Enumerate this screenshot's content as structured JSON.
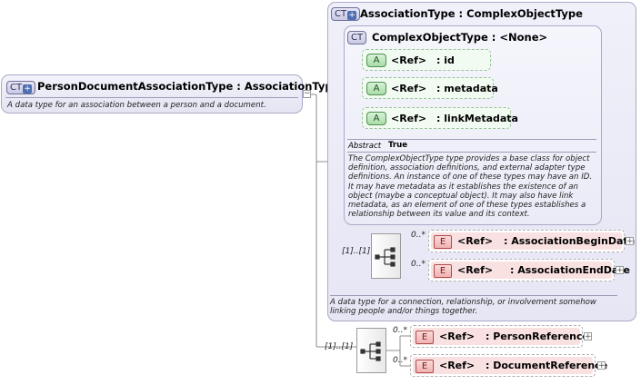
{
  "root": {
    "badge": "CT",
    "title": "PersonDocumentAssociationType : AssociationType",
    "description": "A data type for an association between a person and a document."
  },
  "association_type": {
    "badge": "CT",
    "title": "AssociationType : ComplexObjectType",
    "description": "A data type for a connection, relationship, or involvement somehow linking people and/or things together."
  },
  "complex_object_type": {
    "badge": "CT",
    "title": "ComplexObjectType : <None>",
    "attributes": [
      {
        "badge": "A",
        "ref": "<Ref>",
        "name": ": id"
      },
      {
        "badge": "A",
        "ref": "<Ref>",
        "name": ": metadata"
      },
      {
        "badge": "A",
        "ref": "<Ref>",
        "name": ": linkMetadata"
      }
    ],
    "abstract_label": "Abstract",
    "abstract_value": "True",
    "description": "The ComplexObjectType type provides a base class for object definition, association definitions, and external adapter type definitions. An instance of one of these types may have an ID. It may have metadata as it establishes the existence of an object (maybe a conceptual object). It may also have link metadata, as an element of one of these types establishes a relationship between its value and its context."
  },
  "inner_sequence": {
    "cardinality": "[1]..[1]",
    "elements": [
      {
        "badge": "E",
        "ref": "<Ref>",
        "name": ": AssociationBeginDate",
        "cardinality": "0..*"
      },
      {
        "badge": "E",
        "ref": "<Ref>",
        "name": ": AssociationEndDate",
        "cardinality": "0..*"
      }
    ]
  },
  "outer_sequence": {
    "cardinality": "[1]..[1]",
    "elements": [
      {
        "badge": "E",
        "ref": "<Ref>",
        "name": ": PersonReference",
        "cardinality": "0..*"
      },
      {
        "badge": "E",
        "ref": "<Ref>",
        "name": ": DocumentReference",
        "cardinality": "0..*"
      }
    ]
  },
  "expander_symbol": "+",
  "collapse_symbol": "−"
}
